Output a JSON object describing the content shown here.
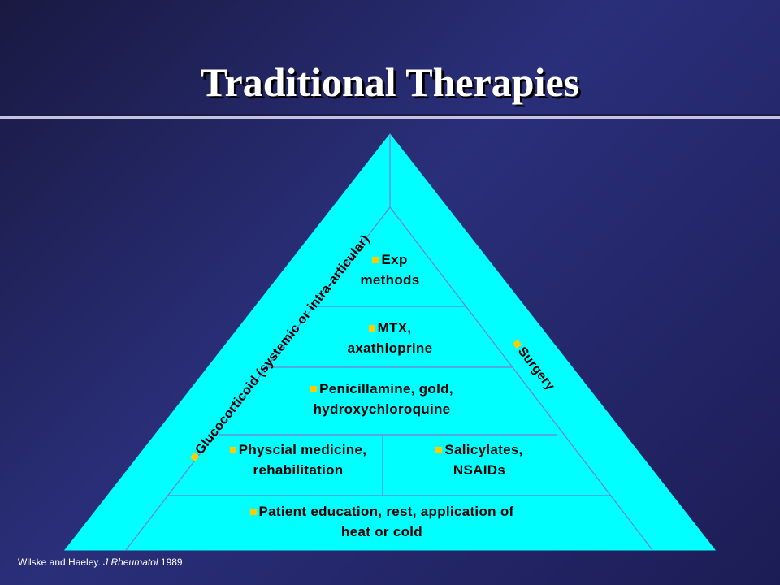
{
  "slide": {
    "title": "Traditional Therapies",
    "citation": {
      "authors": "Wilske and Haeley.",
      "journal": "J Rheumatol",
      "year": "1989"
    }
  },
  "pyramid": {
    "fill_color": "#00ffff",
    "line_color": "#7b7bd1",
    "bullet_color": "#ffcc00",
    "levels": {
      "exp": [
        "Exp",
        "methods"
      ],
      "mtx": [
        "MTX,",
        "axathioprine"
      ],
      "penicillamine": [
        "Penicillamine, gold,",
        "hydroxychloroquine"
      ],
      "physical": [
        "Physcial medicine,",
        "rehabilitation"
      ],
      "salicylates": [
        "Salicylates,",
        "NSAIDs"
      ],
      "education": [
        "Patient education, rest, application of",
        "heat or cold"
      ]
    },
    "side_labels": {
      "left": "Glucocorticoid (systemic or intra-articular)",
      "right": "Surgery"
    }
  }
}
